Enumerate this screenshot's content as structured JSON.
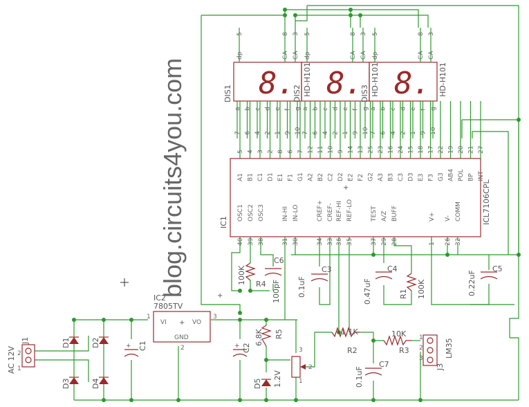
{
  "watermark": "blog.circuits4you.com",
  "ic": {
    "refdes": "IC1",
    "part": "ICL7106CPL",
    "top_pins": [
      {
        "num": "5",
        "name": "A1"
      },
      {
        "num": "4",
        "name": "B1"
      },
      {
        "num": "3",
        "name": "C1"
      },
      {
        "num": "2",
        "name": "D1"
      },
      {
        "num": "8",
        "name": "E1"
      },
      {
        "num": "6",
        "name": "F1"
      },
      {
        "num": "7",
        "name": "G1"
      },
      {
        "num": "12",
        "name": "A2"
      },
      {
        "num": "11",
        "name": "B2"
      },
      {
        "num": "10",
        "name": "C2"
      },
      {
        "num": "9",
        "name": "D2"
      },
      {
        "num": "14",
        "name": "E2"
      },
      {
        "num": "13",
        "name": "F2"
      },
      {
        "num": "25",
        "name": "G2"
      },
      {
        "num": "23",
        "name": "A3"
      },
      {
        "num": "16",
        "name": "B3"
      },
      {
        "num": "24",
        "name": "C3"
      },
      {
        "num": "15",
        "name": "D3"
      },
      {
        "num": "18",
        "name": "E3"
      },
      {
        "num": "17",
        "name": "F3"
      },
      {
        "num": "22",
        "name": "G3"
      },
      {
        "num": "19",
        "name": "AB4"
      },
      {
        "num": "20",
        "name": "POL"
      },
      {
        "num": "21",
        "name": "BP"
      },
      {
        "num": "27",
        "name": "INT"
      }
    ],
    "bottom_pins": [
      {
        "num": "40",
        "name": "OSC1"
      },
      {
        "num": "39",
        "name": "OSC2"
      },
      {
        "num": "38",
        "name": "OSC3"
      },
      {
        "num": "31",
        "name": "IN-HI"
      },
      {
        "num": "30",
        "name": "IN-LO"
      },
      {
        "num": "34",
        "name": "CREF+"
      },
      {
        "num": "33",
        "name": "CREF-"
      },
      {
        "num": "36",
        "name": "REF-HI"
      },
      {
        "num": "35",
        "name": "REF-LO"
      },
      {
        "num": "37",
        "name": "TEST"
      },
      {
        "num": "29",
        "name": "A/Z"
      },
      {
        "num": "28",
        "name": "BUFF"
      },
      {
        "num": "1",
        "name": "V+"
      },
      {
        "num": "26",
        "name": "V-"
      },
      {
        "num": "32",
        "name": "COMM"
      }
    ]
  },
  "displays": [
    {
      "refdes": "DIS1",
      "part": "HD-H101",
      "digit": "8."
    },
    {
      "refdes": "DIS2",
      "part": "HD-H101",
      "digit": "8."
    },
    {
      "refdes": "DIS3",
      "part": "HD-H101",
      "digit": "8."
    }
  ],
  "display_top_pins": [
    "5",
    "8",
    "3"
  ],
  "display_top_names": [
    "dp",
    "CA",
    "CA"
  ],
  "display_seg_names": [
    "a",
    "b",
    "c",
    "d",
    "e",
    "f",
    "g"
  ],
  "display_seg_nums": [
    "7",
    "6",
    "4",
    "2",
    "1",
    "9",
    "10"
  ],
  "regulator": {
    "refdes": "IC2",
    "part": "7805TV",
    "vi": "VI",
    "vo": "VO",
    "gnd": "GND",
    "pin_in": "1",
    "pin_out": "3",
    "pin_gnd": "2"
  },
  "connector_in": {
    "refdes": "J1",
    "value": "AC 12V",
    "pin1": "1",
    "pin2": "2"
  },
  "connector_sensor": {
    "refdes": "J3",
    "value": "LM35",
    "pins": [
      "1",
      "2",
      "3"
    ]
  },
  "components": {
    "D1": "D1",
    "D2": "D2",
    "D3": "D3",
    "D4": "D4",
    "D5": "D5",
    "D5_value": "1.2V",
    "C1": "C1",
    "C2": "C2",
    "C3": "C3",
    "C3_value": "0.1uF",
    "C4": "C4",
    "C4_value": "0.47uF",
    "C5": "C5",
    "C5_value": "0.22uF",
    "C6": "C6",
    "C6_value": "100pF",
    "C7": "C7",
    "C7_value": "0.1uF",
    "R1": "R1",
    "R1_value": "100K",
    "R2": "R2",
    "R2_value": "1.1K",
    "R3": "R3",
    "R3_value": "10K",
    "R4": "R4",
    "R4_value": "100K",
    "R5": "R5",
    "R5_value": "6.8K",
    "pot_pin2": "2",
    "pot_pin1": "1",
    "pot_pin3": "3"
  }
}
